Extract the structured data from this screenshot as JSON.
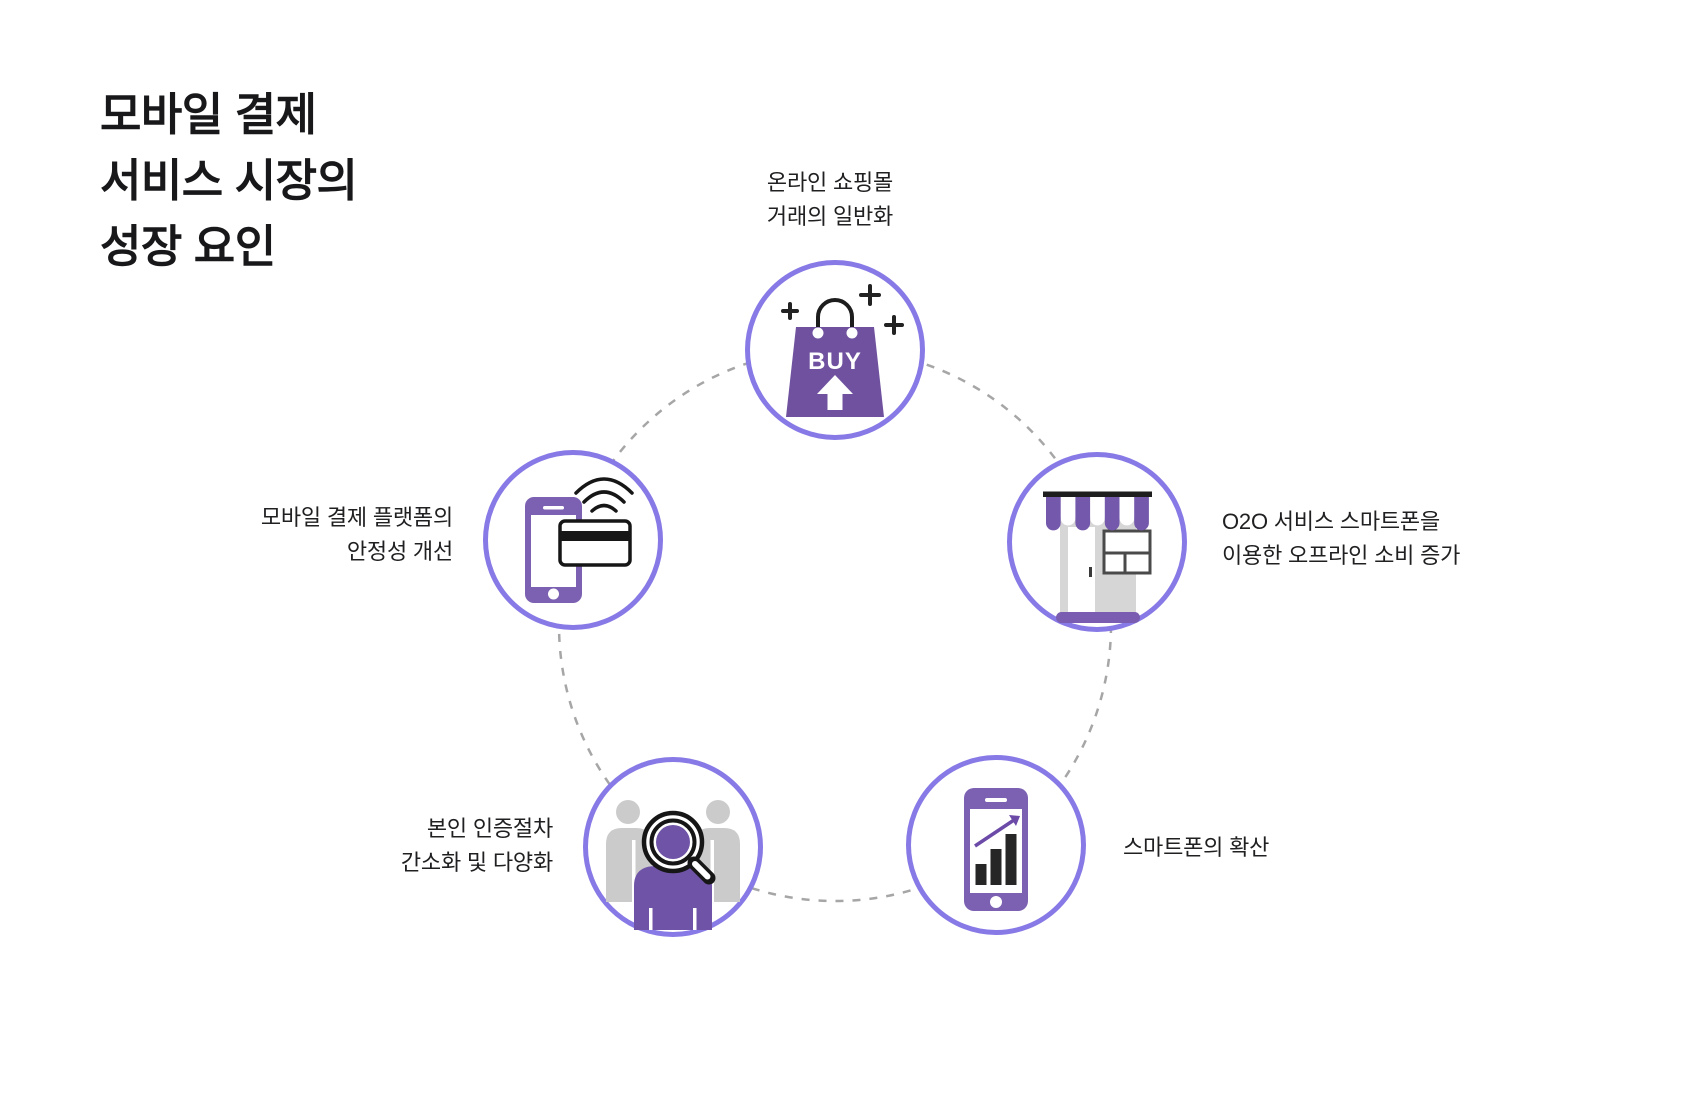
{
  "title": {
    "lines": [
      "모바일 결제",
      "서비스 시장의",
      "성장 요인"
    ]
  },
  "colors": {
    "node_ring_border": "#8779e6",
    "dashed_connector": "#a6a6a6",
    "icon_purple_deep": "#6f519f",
    "icon_purple_mid": "#7c60b2",
    "icon_purple_person": "#6f53a6",
    "icon_gray": "#cbcbcb",
    "store_body_gray": "#d6d6d6",
    "icon_dark": "#1e1e1e",
    "text_dark": "#18181a"
  },
  "nodes": [
    {
      "id": "online-shopping",
      "icon": "shopping-bag-buy-icon",
      "icon_text": "BUY",
      "label_lines": [
        "온라인 쇼핑몰",
        "거래의 일반화"
      ]
    },
    {
      "id": "o2o-offline-consumption",
      "icon": "storefront-icon",
      "label_lines": [
        "O2O 서비스 스마트폰을",
        "이용한 오프라인 소비 증가"
      ]
    },
    {
      "id": "smartphone-spread",
      "icon": "smartphone-growth-chart-icon",
      "label_lines": [
        "스마트폰의 확산"
      ]
    },
    {
      "id": "identity-verification",
      "icon": "person-magnifier-icon",
      "label_lines": [
        "본인 인증절차",
        "간소화 및 다양화"
      ]
    },
    {
      "id": "payment-platform-stability",
      "icon": "phone-card-nfc-icon",
      "label_lines": [
        "모바일 결제 플랫폼의",
        "안정성 개선"
      ]
    }
  ]
}
